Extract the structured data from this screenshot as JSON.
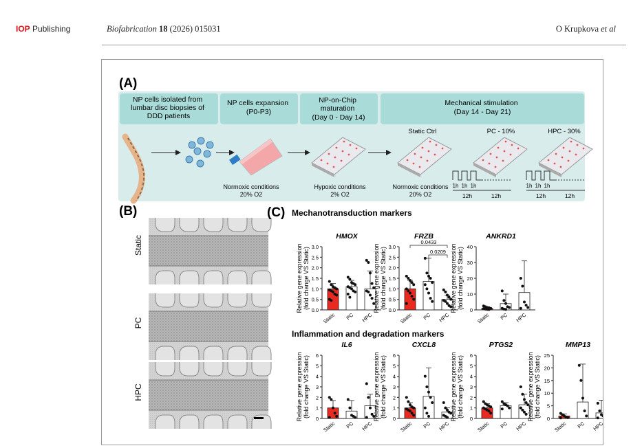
{
  "header": {
    "publisher_bold": "IOP",
    "publisher_rest": " Publishing",
    "journal": "Biofabrication",
    "volume": "18",
    "year_article": "(2026) 015031",
    "authors": "O Krupkova",
    "etal": "et al"
  },
  "panel_a": {
    "label": "(A)",
    "steps": [
      "NP cells isolated from lumbar disc biopsies of DDD patients",
      "NP cells expansion (P0-P3)",
      "NP-on-Chip maturation (Day 0 - Day 14)",
      "Mechanical stimulation (Day 14 - Day 21)"
    ],
    "conditions": {
      "normoxic1": "Normoxic conditions",
      "normoxic1_o2": "20% O2",
      "hypoxic": "Hypoxic conditions",
      "hypoxic_o2": "2% O2",
      "normoxic2": "Normoxic conditions",
      "normoxic2_o2": "20% O2"
    },
    "groups": [
      "Static Ctrl",
      "PC - 10%",
      "HPC - 30%"
    ],
    "timing": {
      "on": "1h",
      "period_on": "12h",
      "period_off": "12h"
    }
  },
  "panel_b": {
    "label": "(B)",
    "rows": [
      "Static",
      "PC",
      "HPC"
    ]
  },
  "panel_c": {
    "label": "(C)",
    "section1": "Mechanotransduction markers",
    "section2": "Inflammation and degradation markers",
    "ylabel_line1": "Relative gene expression",
    "ylabel_line2": "(fold change VS Static)",
    "groups": [
      "Static",
      "PC",
      "HPC"
    ]
  },
  "colors": {
    "static_bar": "#ea2a21",
    "panel_bg": "#d9ecec",
    "header_box": "#a9dcd9",
    "accent": "#d8121b"
  },
  "chart_data": [
    {
      "type": "bar",
      "title": "HMOX",
      "categories": [
        "Static",
        "PC",
        "HPC"
      ],
      "values": [
        1.0,
        1.1,
        1.0
      ],
      "errors": [
        0.25,
        0.3,
        0.85
      ],
      "ylim": [
        0,
        3.0
      ],
      "yticks": [
        0.0,
        0.5,
        1.0,
        1.5,
        2.0,
        2.5,
        3.0
      ],
      "points": [
        [
          1.35,
          1.2,
          1.1,
          1.05,
          1.0,
          0.95,
          0.9,
          0.85,
          0.75,
          0.7,
          0.5,
          0.45
        ],
        [
          1.55,
          1.45,
          1.3,
          1.25,
          1.2,
          1.1,
          1.05,
          1.0,
          0.9,
          0.85,
          0.75,
          0.6
        ],
        [
          2.35,
          2.25,
          1.75,
          1.25,
          1.05,
          0.9,
          0.85,
          0.7,
          0.55,
          0.3
        ]
      ]
    },
    {
      "type": "bar",
      "title": "FRZB",
      "categories": [
        "Static",
        "PC",
        "HPC"
      ],
      "values": [
        1.0,
        1.35,
        0.5
      ],
      "errors": [
        0.4,
        1.1,
        0.2
      ],
      "ylim": [
        0,
        3.0
      ],
      "yticks": [
        0.0,
        0.5,
        1.0,
        1.5,
        2.0,
        2.5,
        3.0
      ],
      "points": [
        [
          1.6,
          1.5,
          1.4,
          1.3,
          1.2,
          1.0,
          0.9,
          0.8,
          0.65,
          0.5,
          0.3
        ],
        [
          2.45,
          1.75,
          1.6,
          1.5,
          1.3,
          1.2,
          1.0,
          0.8,
          0.55,
          0.4
        ],
        [
          0.95,
          0.85,
          0.7,
          0.6,
          0.5,
          0.45,
          0.4,
          0.3,
          0.2,
          0.15
        ]
      ],
      "significance": [
        {
          "pair": [
            "Static",
            "HPC"
          ],
          "p": "0.0433"
        },
        {
          "pair": [
            "PC",
            "HPC"
          ],
          "p": "0.0209"
        }
      ]
    },
    {
      "type": "bar",
      "title": "ANKRD1",
      "categories": [
        "Static",
        "PC",
        "HPC"
      ],
      "values": [
        1.0,
        4.0,
        11.0
      ],
      "errors": [
        1.0,
        6.0,
        20.0
      ],
      "ylim": [
        0,
        40
      ],
      "yticks": [
        0,
        10,
        20,
        30,
        40
      ],
      "points": [
        [
          2.5,
          2,
          1.5,
          1.2,
          1,
          0.8,
          0.5,
          0.3,
          0.2
        ],
        [
          12,
          6,
          4,
          2,
          1.5,
          1,
          0.5,
          0.3
        ],
        [
          20,
          15,
          5,
          3,
          1.5,
          1
        ]
      ]
    },
    {
      "type": "bar",
      "title": "IL6",
      "categories": [
        "Static",
        "PC",
        "HPC"
      ],
      "values": [
        1.0,
        0.7,
        1.2
      ],
      "errors": [
        0.7,
        1.0,
        1.1
      ],
      "ylim": [
        0,
        6
      ],
      "yticks": [
        0,
        1,
        2,
        3,
        4,
        5,
        6
      ],
      "points": [
        [
          2.0,
          1.8,
          1.0,
          0.5,
          0.2,
          0.1
        ],
        [
          1.8,
          1.0,
          0.3,
          0.2,
          0.1
        ],
        [
          3.3,
          2.0,
          1.0,
          0.4,
          0.2,
          0.1
        ]
      ]
    },
    {
      "type": "bar",
      "title": "CXCL8",
      "categories": [
        "Static",
        "PC",
        "HPC"
      ],
      "values": [
        1.0,
        2.1,
        0.6
      ],
      "errors": [
        0.5,
        2.7,
        0.4
      ],
      "ylim": [
        0,
        6
      ],
      "yticks": [
        0,
        1,
        2,
        3,
        4,
        5,
        6
      ],
      "points": [
        [
          2.0,
          1.6,
          1.3,
          1.1,
          1.0,
          0.9,
          0.8,
          0.7,
          0.5,
          0.3
        ],
        [
          4.0,
          3.0,
          2.5,
          2.0,
          1.5,
          1.0,
          0.5,
          0.2
        ],
        [
          1.5,
          1.0,
          0.8,
          0.6,
          0.5,
          0.3,
          0.2,
          0.1
        ]
      ]
    },
    {
      "type": "bar",
      "title": "PTGS2",
      "categories": [
        "Static",
        "PC",
        "HPC"
      ],
      "values": [
        1.0,
        1.2,
        1.3
      ],
      "errors": [
        0.4,
        0.3,
        1.0
      ],
      "ylim": [
        0,
        6
      ],
      "yticks": [
        0,
        1,
        2,
        3,
        4,
        5,
        6
      ],
      "points": [
        [
          1.6,
          1.4,
          1.3,
          1.2,
          1.1,
          1.0,
          0.9,
          0.8,
          0.7,
          0.5
        ],
        [
          1.6,
          1.4,
          1.3,
          1.2,
          1.0,
          0.9
        ],
        [
          3.0,
          2.3,
          1.8,
          1.5,
          1.3,
          1.0,
          0.8,
          0.6,
          0.4
        ]
      ]
    },
    {
      "type": "bar",
      "title": "MMP13",
      "categories": [
        "Static",
        "PC",
        "HPC"
      ],
      "values": [
        1.0,
        6.5,
        2.2
      ],
      "errors": [
        0.8,
        15.0,
        5.0
      ],
      "ylim": [
        0,
        25
      ],
      "yticks": [
        0,
        5,
        10,
        15,
        20,
        25
      ],
      "points": [
        [
          2.0,
          1.5,
          1.0,
          0.5,
          0.3,
          0.2
        ],
        [
          21.0,
          15.0,
          8.0,
          3.0,
          1.0
        ],
        [
          6.0,
          3.0,
          1.5,
          1.0,
          0.5,
          0.2
        ]
      ]
    }
  ]
}
